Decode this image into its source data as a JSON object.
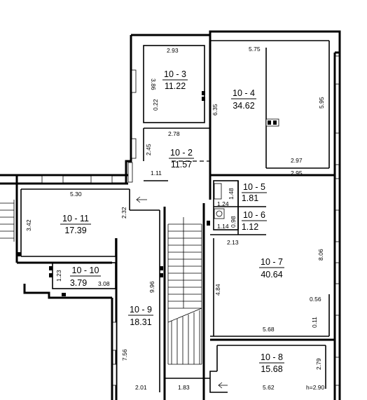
{
  "rooms": [
    {
      "id": "10 - 3",
      "area": "11.22",
      "slug": "10-3"
    },
    {
      "id": "10 - 4",
      "area": "34.62",
      "slug": "10-4"
    },
    {
      "id": "10 - 2",
      "area": "11.57",
      "slug": "10-2"
    },
    {
      "id": "10 - 5",
      "area": "1.81",
      "slug": "10-5"
    },
    {
      "id": "10 - 6",
      "area": "1.12",
      "slug": "10-6"
    },
    {
      "id": "10 - 11",
      "area": "17.39",
      "slug": "10-11"
    },
    {
      "id": "10 - 10",
      "area": "3.79",
      "slug": "10-10"
    },
    {
      "id": "10 - 7",
      "area": "40.64",
      "slug": "10-7"
    },
    {
      "id": "10 - 9",
      "area": "18.31",
      "slug": "10-9"
    },
    {
      "id": "10 - 8",
      "area": "15.68",
      "slug": "10-8"
    }
  ],
  "dimensions": [
    {
      "text": "2.93"
    },
    {
      "text": "3.86"
    },
    {
      "text": "0.22"
    },
    {
      "text": "5.75"
    },
    {
      "text": "6.35"
    },
    {
      "text": "5.95"
    },
    {
      "text": "2.78"
    },
    {
      "text": "2.45"
    },
    {
      "text": "1.11"
    },
    {
      "text": "2.97"
    },
    {
      "text": "2.95"
    },
    {
      "text": "5.30"
    },
    {
      "text": "3.42"
    },
    {
      "text": "2.32"
    },
    {
      "text": "1.48"
    },
    {
      "text": "1.24"
    },
    {
      "text": "0.98"
    },
    {
      "text": "1.14"
    },
    {
      "text": "2.13"
    },
    {
      "text": "8.06"
    },
    {
      "text": "1.23"
    },
    {
      "text": "3.08"
    },
    {
      "text": "9.96"
    },
    {
      "text": "4.84"
    },
    {
      "text": "0.56"
    },
    {
      "text": "5.68"
    },
    {
      "text": "0.11"
    },
    {
      "text": "7.56"
    },
    {
      "text": "2.79"
    },
    {
      "text": "2.01"
    },
    {
      "text": "1.83"
    },
    {
      "text": "5.62"
    },
    {
      "text": "h=2.90"
    }
  ]
}
